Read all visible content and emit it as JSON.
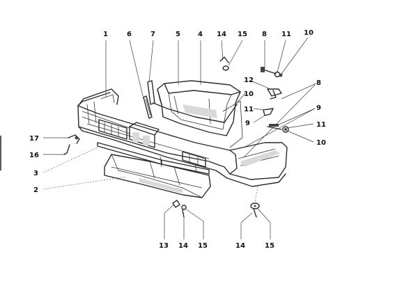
{
  "callouts": [
    {
      "id": "c1",
      "text": "1"
    },
    {
      "id": "c6",
      "text": "6"
    },
    {
      "id": "c7",
      "text": "7"
    },
    {
      "id": "c5",
      "text": "5"
    },
    {
      "id": "c4",
      "text": "4"
    },
    {
      "id": "c14a",
      "text": "14"
    },
    {
      "id": "c15a",
      "text": "15"
    },
    {
      "id": "c8a",
      "text": "8"
    },
    {
      "id": "c11a",
      "text": "11"
    },
    {
      "id": "c10a",
      "text": "10"
    },
    {
      "id": "c12",
      "text": "12"
    },
    {
      "id": "c10b",
      "text": "10"
    },
    {
      "id": "c8b",
      "text": "8"
    },
    {
      "id": "c11b",
      "text": "11"
    },
    {
      "id": "c9a",
      "text": "9"
    },
    {
      "id": "c9b",
      "text": "9"
    },
    {
      "id": "c11c",
      "text": "11"
    },
    {
      "id": "c10c",
      "text": "10"
    },
    {
      "id": "c17",
      "text": "17"
    },
    {
      "id": "c16",
      "text": "16"
    },
    {
      "id": "c3",
      "text": "3"
    },
    {
      "id": "c2",
      "text": "2"
    },
    {
      "id": "c13",
      "text": "13"
    },
    {
      "id": "c14b",
      "text": "14"
    },
    {
      "id": "c15b",
      "text": "15"
    },
    {
      "id": "c14c",
      "text": "14"
    },
    {
      "id": "c15c",
      "text": "15"
    }
  ]
}
